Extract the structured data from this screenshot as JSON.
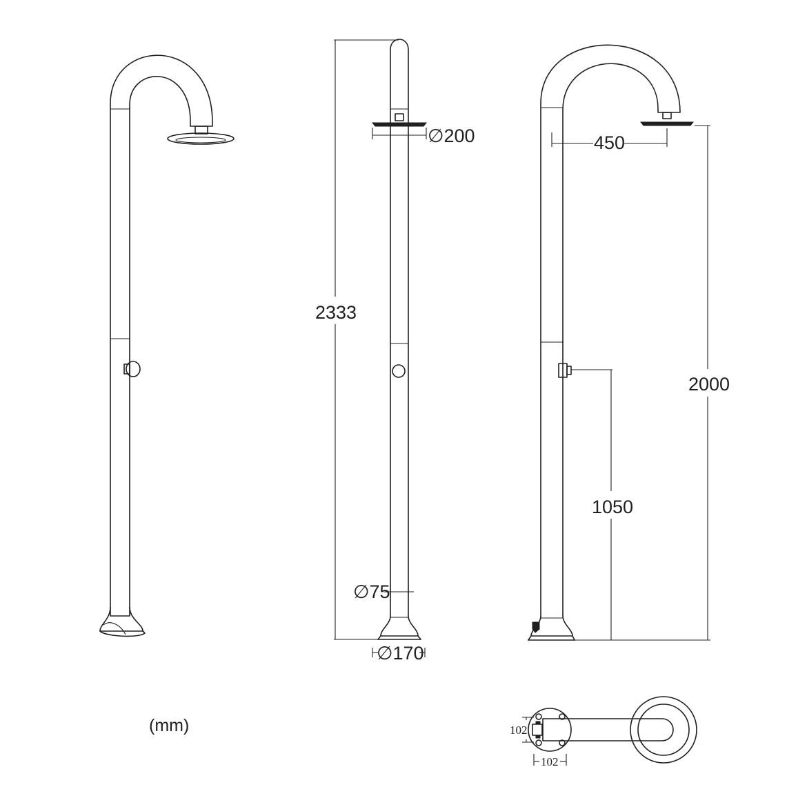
{
  "unit_label": "(mm)",
  "dimensions": {
    "shower_head_diameter": "∅200",
    "total_height": "2333",
    "arm_reach": "450",
    "head_height": "2000",
    "valve_height": "1050",
    "pipe_diameter": "∅75",
    "base_diameter": "∅170",
    "mount_height": "102",
    "mount_width": "102"
  }
}
